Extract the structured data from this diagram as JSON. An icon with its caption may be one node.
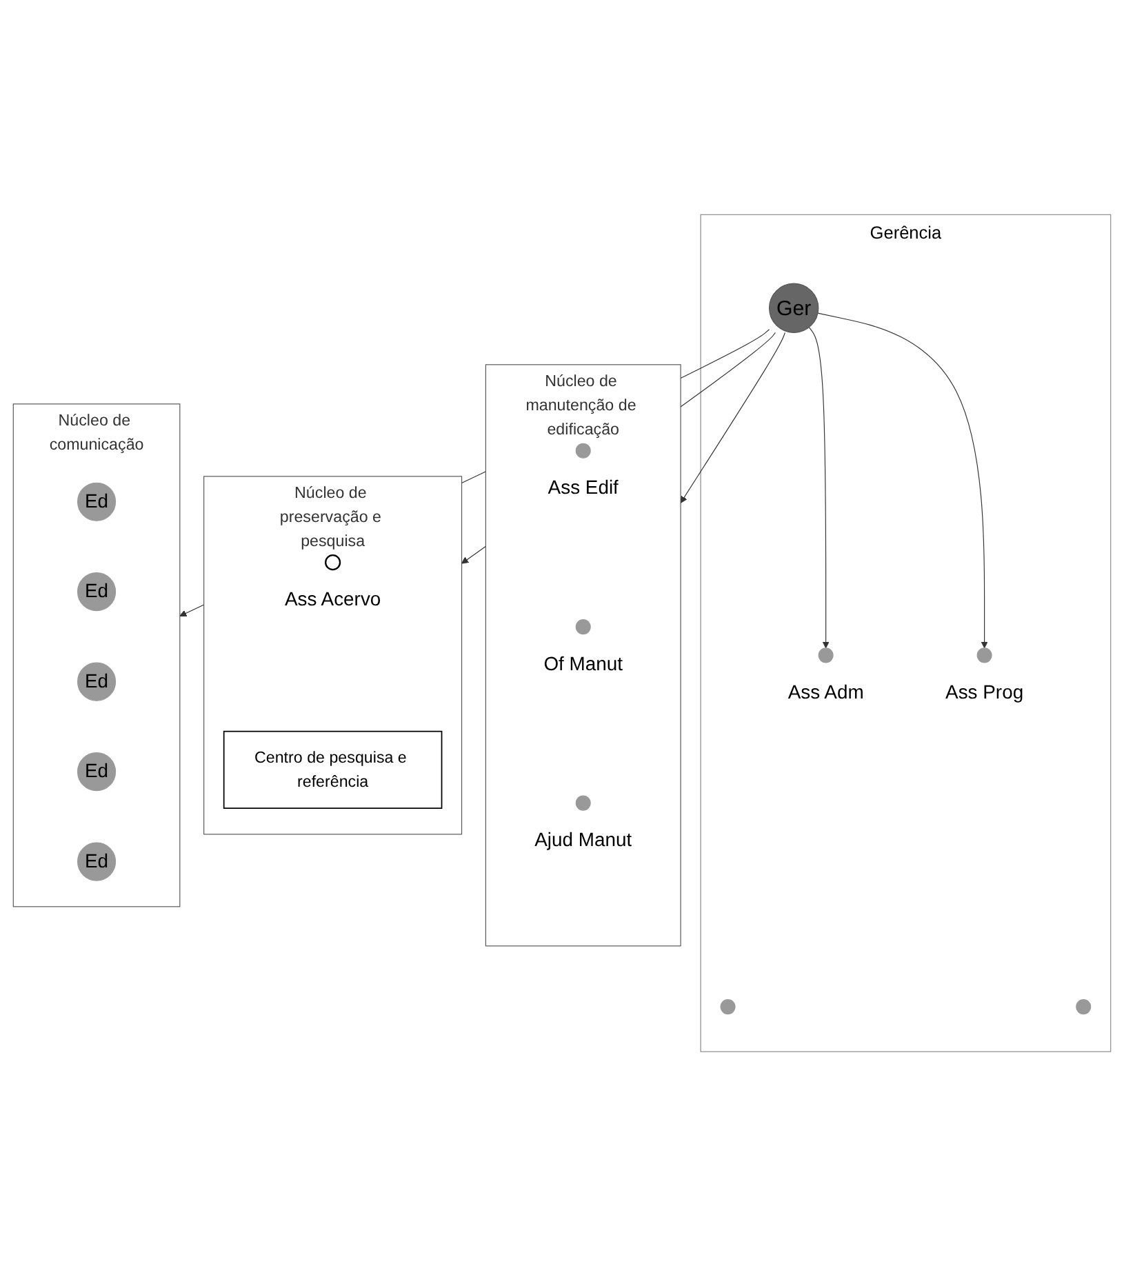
{
  "diagram": {
    "nodes": [
      {
        "text": [
          "Gerência"
        ]
      },
      {
        "text": [],
        "shape": "circle",
        "in": 0
      },
      {
        "text": [],
        "shape": "circle",
        "in": 0,
        "beside": [
          "Ass Adm"
        ]
      },
      {
        "text": [
          "Ger"
        ],
        "in": 0
      },
      {
        "text": [],
        "shape": "circle",
        "in": 0,
        "beside": [
          "Ass Prog"
        ]
      },
      {
        "text": [],
        "shape": "circle",
        "in": 0
      },
      {
        "text": [
          "Núcleo de manutenção de edificação"
        ]
      },
      {
        "text": [],
        "shape": "circle",
        "in": 6,
        "beside": [
          "Ass Edif"
        ]
      },
      {
        "text": [],
        "shape": "circle",
        "in": 6,
        "beside": [
          "Of Manut"
        ]
      },
      {
        "text": [],
        "shape": "circle",
        "in": 6,
        "beside": [
          "Ajud Manut"
        ]
      },
      {
        "text": [
          "Núcleo de preservação e pesquisa"
        ]
      },
      {
        "text": [],
        "shape": "circle",
        "in": 10,
        "beside": [
          "Ass Acervo"
        ]
      },
      {
        "text": [
          "Centro de pesquisa e referência"
        ],
        "in": 10
      },
      {
        "text": [
          "Núcleo de comunicação"
        ]
      },
      {
        "text": [
          "Ed"
        ],
        "in": 13
      },
      {
        "text": [
          "Ed"
        ],
        "in": 13
      },
      {
        "text": [
          "Ed"
        ],
        "in": 13
      },
      {
        "text": [
          "Ed"
        ],
        "in": 13
      },
      {
        "text": [
          "Ed"
        ],
        "in": 13
      }
    ],
    "edges": [
      {
        "from": 3,
        "to": 2,
        "arrow": "to"
      },
      {
        "from": 3,
        "to": 4,
        "arrow": "to"
      },
      {
        "from": 3,
        "to": 6,
        "arrow": "to"
      },
      {
        "from": 3,
        "to": 10,
        "arrow": "to"
      },
      {
        "from": 3,
        "to": 13,
        "arrow": "to"
      }
    ]
  }
}
